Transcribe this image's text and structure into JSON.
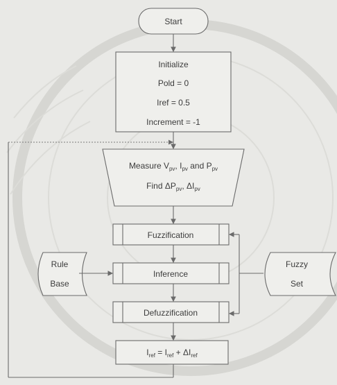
{
  "flowchart": {
    "start": "Start",
    "init": {
      "title": "Initialize",
      "line1": "Pold = 0",
      "line2": "Iref = 0.5",
      "line3": "Increment = -1"
    },
    "measure": {
      "prefix": "Measure V",
      "sub_v": "pv",
      "sep1": ", I",
      "sub_i": "pv",
      "mid": " and P",
      "sub_p": "pv",
      "find": "Find ΔP",
      "find_sub1": "pv",
      "find_sep": ", ΔI",
      "find_sub2": "pv"
    },
    "fuzzification": "Fuzzification",
    "inference": "Inference",
    "defuzzification": "Defuzzification",
    "rule_base": {
      "line1": "Rule",
      "line2": "Base"
    },
    "fuzzy_set": {
      "line1": "Fuzzy",
      "line2": "Set"
    },
    "update": {
      "lhs": "I",
      "lhs_sub": "ref",
      "eq": " = I",
      "rhs_sub": "ref",
      "plus": " + ΔI",
      "plus_sub": "ref"
    }
  },
  "colors": {
    "background": "#e9e9e6",
    "stroke": "#6a6a6a",
    "text": "#3c3c3c"
  }
}
